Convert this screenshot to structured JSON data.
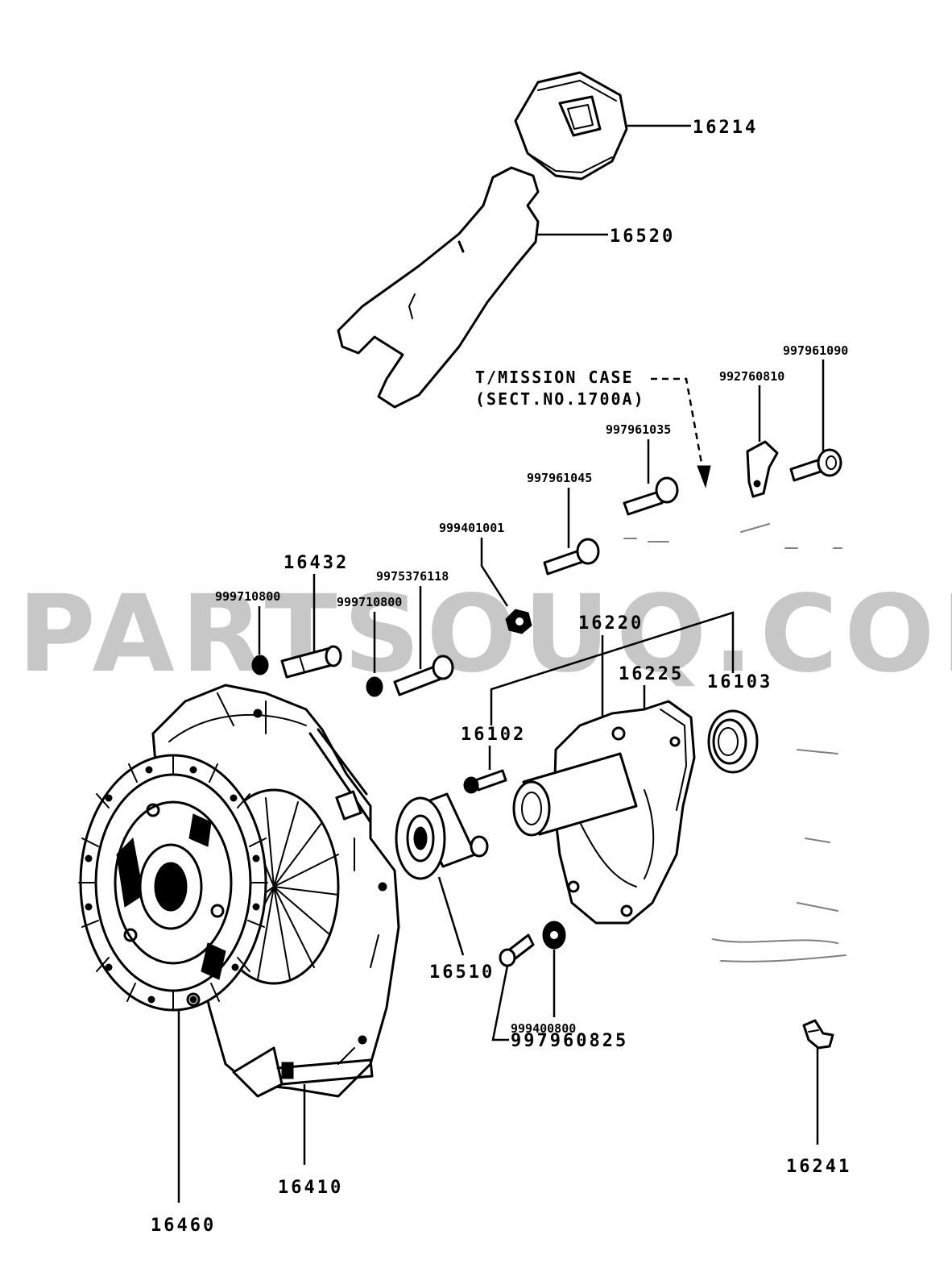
{
  "watermark": "PARTSOUQ.COM",
  "note": {
    "line1": "T/MISSION CASE",
    "line2": "(SECT.NO.1700A)"
  },
  "labels": {
    "p16214": "16214",
    "p16520": "16520",
    "p997961090": "997961090",
    "p992760810": "992760810",
    "p997961035": "997961035",
    "p997961045": "997961045",
    "p999401001": "999401001",
    "p16432": "16432",
    "p999710800a": "999710800",
    "p999710800b": "999710800",
    "p9975376118": "9975376118",
    "p16220": "16220",
    "p16225": "16225",
    "p16103": "16103",
    "p16102": "16102",
    "p16510": "16510",
    "p999400800": "999400800",
    "p997960825": "997960825",
    "p16410": "16410",
    "p16460": "16460",
    "p16241": "16241"
  }
}
